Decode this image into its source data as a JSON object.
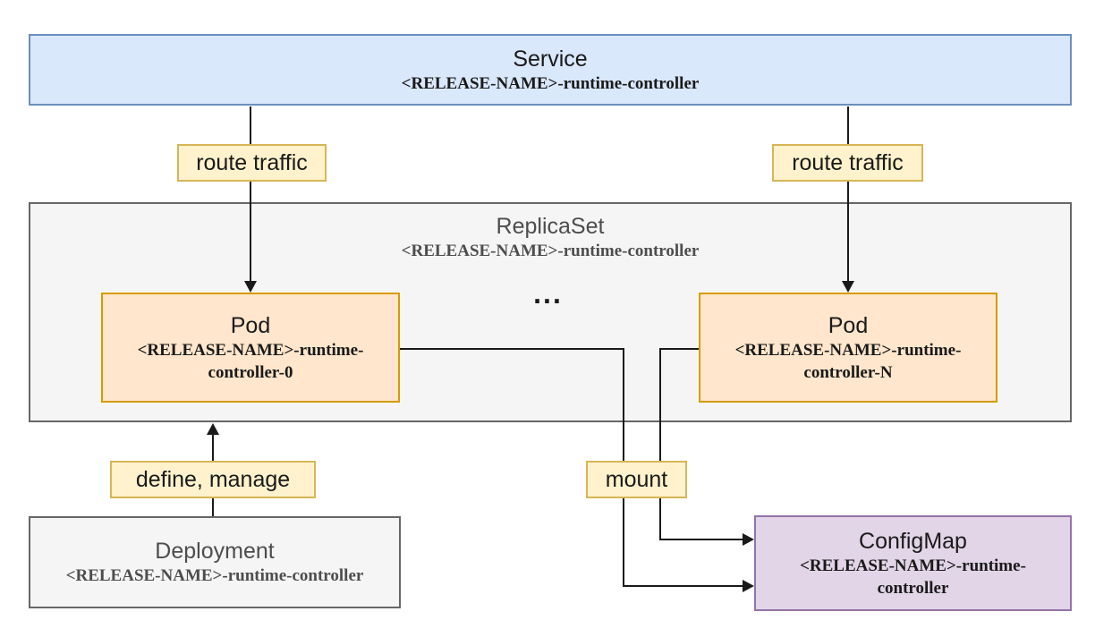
{
  "diagram": {
    "nodes": {
      "service": {
        "title": "Service",
        "subtitle": "<RELEASE-NAME>-runtime-controller"
      },
      "replicaset": {
        "title": "ReplicaSet",
        "subtitle": "<RELEASE-NAME>-runtime-controller"
      },
      "pod0": {
        "title": "Pod",
        "subtitle": "<RELEASE-NAME>-runtime-controller-0"
      },
      "podn": {
        "title": "Pod",
        "subtitle": "<RELEASE-NAME>-runtime-controller-N"
      },
      "deployment": {
        "title": "Deployment",
        "subtitle": "<RELEASE-NAME>-runtime-controller"
      },
      "configmap": {
        "title": "ConfigMap",
        "subtitle": "<RELEASE-NAME>-runtime-controller"
      }
    },
    "edge_labels": {
      "route_traffic_left": "route traffic",
      "route_traffic_right": "route traffic",
      "define_manage": "define, manage",
      "mount": "mount"
    },
    "ellipsis": "..."
  },
  "colors": {
    "canvas_bg": "#ffffff",
    "service_fill": "#dae8fc",
    "service_stroke": "#6c8ebf",
    "container_fill": "#f5f5f5",
    "container_stroke": "#666666",
    "pod_fill": "#ffe6cc",
    "pod_stroke": "#d79b00",
    "configmap_fill": "#e1d5e7",
    "configmap_stroke": "#9673a6",
    "label_fill": "#fff2cc",
    "label_stroke": "#d6b656",
    "edge_line": "#1a1a1a",
    "text_dark": "#1a1a1a",
    "text_gray": "#4d4d4d"
  }
}
